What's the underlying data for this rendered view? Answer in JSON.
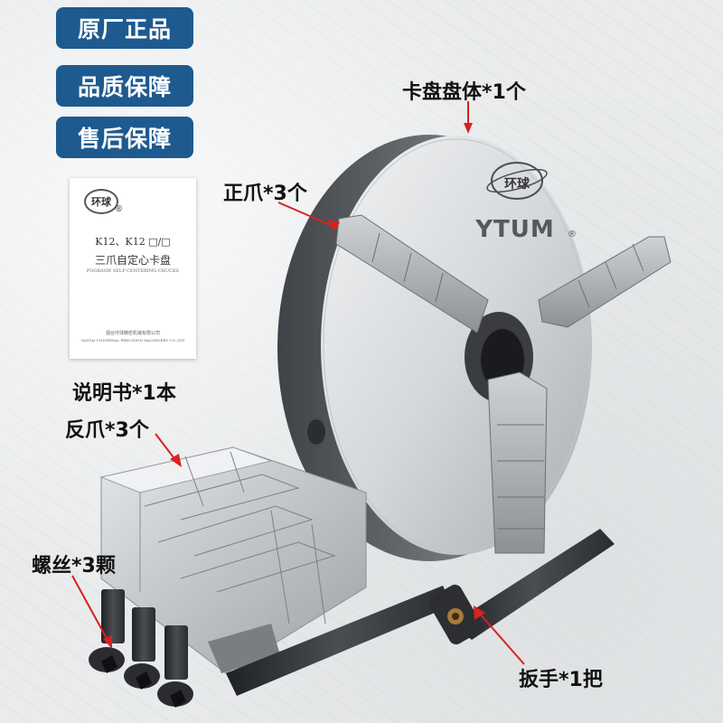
{
  "badges": [
    "原厂正品",
    "品质保障",
    "售后保障"
  ],
  "labels": {
    "chuck_body": "卡盘盘体*1个",
    "front_jaws": "正爪*3个",
    "manual": "说明书*1本",
    "reverse_jaws": "反爪*3个",
    "screws": "螺丝*3颗",
    "wrench": "扳手*1把"
  },
  "manual": {
    "logo_text": "环球",
    "registered": "®",
    "model": "K12、K12 □/□",
    "title": "三爪自定心卡盘",
    "subtitle": "POGRASW SELF-CENTERING CHUCKS",
    "company_cn": "烟台环球精密机械有限公司",
    "company_en": "YANTAI UNIVERSAL PRECISION MACHINERY CO.,LTD"
  },
  "chuck": {
    "logo_text": "环球",
    "brand": "YTUM",
    "registered": "®"
  },
  "colors": {
    "badge_bg": "#1e5a8f",
    "arrow": "#d9211f"
  }
}
